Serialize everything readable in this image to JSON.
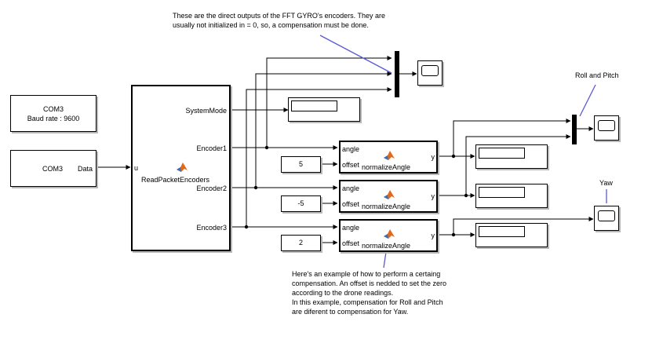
{
  "annotations": {
    "top_note": "These are the direct outputs of the FFT GYRO's encoders. They are\nusually not initialized in = 0, so, a compensation must be done.",
    "roll_pitch": "Roll and Pitch",
    "yaw": "Yaw",
    "bottom_note": "Here's an example of how to perform a certaing\ncompensation. An offset is nedded to set the zero\naccording to the drone readings.\nIn this example, compensation for Roll and Pitch\nare diferent to compensation for Yaw."
  },
  "com_config": {
    "line1": "COM3",
    "line2": "Baud rate : 9600"
  },
  "com_source": {
    "port": "COM3",
    "port_out": "Data"
  },
  "read_block": {
    "name": "ReadPacketEncoders",
    "input": "u",
    "outputs": [
      "SystemMode",
      "Encoder1",
      "Encoder2",
      "Encoder3"
    ]
  },
  "constants": [
    "5",
    "-5",
    "2"
  ],
  "normalize_blocks": [
    {
      "in1": "angle",
      "in2": "offset",
      "out": "y",
      "name": "normalizeAngle"
    },
    {
      "in1": "angle",
      "in2": "offset",
      "out": "y",
      "name": "normalizeAngle"
    },
    {
      "in1": "angle",
      "in2": "offset",
      "out": "y",
      "name": "normalizeAngle"
    }
  ],
  "icons": [
    "scope-icon",
    "display-icon",
    "mux-icon",
    "matlab-function-icon"
  ]
}
